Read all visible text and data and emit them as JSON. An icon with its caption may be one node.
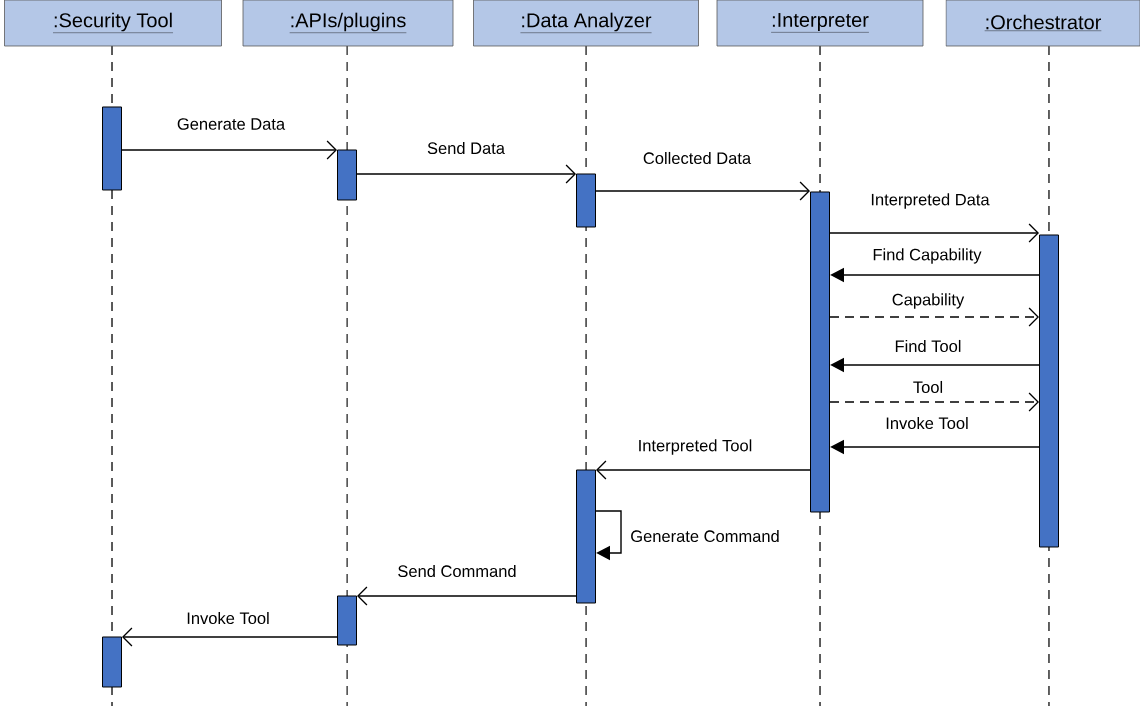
{
  "diagram": {
    "nodes": [
      {
        "text": [
          ":Security Tool"
        ]
      },
      {
        "text": [
          ":APIs/plugins"
        ]
      },
      {
        "text": [
          ":Data Analyzer"
        ]
      },
      {
        "text": [
          ":Interpreter"
        ]
      },
      {
        "text": [
          ":Orchestrator"
        ]
      },
      {
        "text": [],
        "shape": "bar"
      },
      {
        "text": [],
        "shape": "bar"
      },
      {
        "text": [],
        "shape": "bar"
      },
      {
        "text": [],
        "shape": "bar"
      },
      {
        "text": [],
        "shape": "bar"
      },
      {
        "text": [],
        "shape": "bar"
      },
      {
        "text": [],
        "shape": "bar"
      },
      {
        "text": [],
        "shape": "bar"
      }
    ],
    "edges": [
      {
        "from": 5,
        "to": 7,
        "arrow": "to",
        "label": "Generate Data"
      },
      {
        "from": 7,
        "to": 9,
        "arrow": "to",
        "label": "Send Data"
      },
      {
        "from": 9,
        "to": 11,
        "arrow": "to",
        "label": "Collected Data"
      },
      {
        "from": 11,
        "to": 12,
        "arrow": "to",
        "label": "Interpreted Data"
      },
      {
        "from": 12,
        "to": 11,
        "arrow": "to",
        "label": "Find Capability"
      },
      {
        "from": 11,
        "to": 12,
        "arrow": "to",
        "label": "Capability",
        "style": "dashed"
      },
      {
        "from": 12,
        "to": 11,
        "arrow": "to",
        "label": "Find Tool"
      },
      {
        "from": 11,
        "to": 12,
        "arrow": "to",
        "label": "Tool",
        "style": "dashed"
      },
      {
        "from": 12,
        "to": 11,
        "arrow": "to",
        "label": "Invoke Tool"
      },
      {
        "from": 11,
        "to": 10,
        "arrow": "to",
        "label": "Interpreted Tool"
      },
      {
        "from": 10,
        "to": 10,
        "arrow": "to",
        "label": "Generate Command"
      },
      {
        "from": 10,
        "to": 8,
        "arrow": "to",
        "label": "Send Command"
      },
      {
        "from": 8,
        "to": 6,
        "arrow": "to",
        "label": "Invoke Tool"
      }
    ]
  }
}
